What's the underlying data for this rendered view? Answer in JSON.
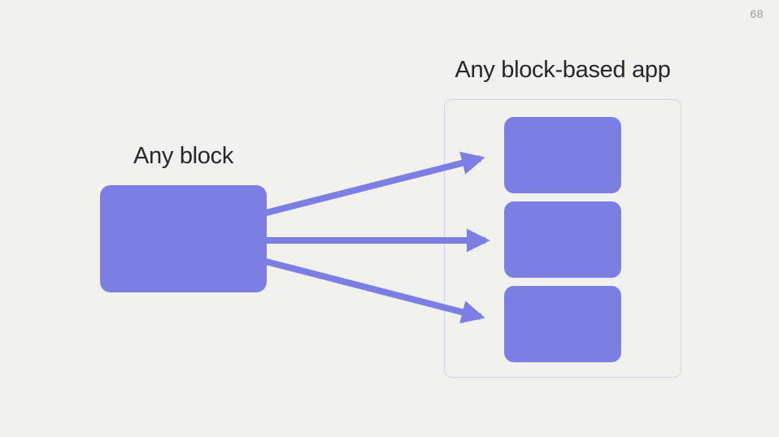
{
  "page": {
    "slide_number": "68",
    "colors": {
      "background": "#F0F1EC",
      "accent": "#7D7EE3",
      "panel_border": "#CBD1E8",
      "text": "#26262E",
      "muted": "#9B9B9B"
    }
  },
  "diagram": {
    "source": {
      "label": "Any block"
    },
    "target": {
      "label": "Any block-based app",
      "block_count": 3
    },
    "edges": [
      {
        "from": "any-block",
        "to": "app-block-1"
      },
      {
        "from": "any-block",
        "to": "app-block-2"
      },
      {
        "from": "any-block",
        "to": "app-block-3"
      }
    ]
  }
}
